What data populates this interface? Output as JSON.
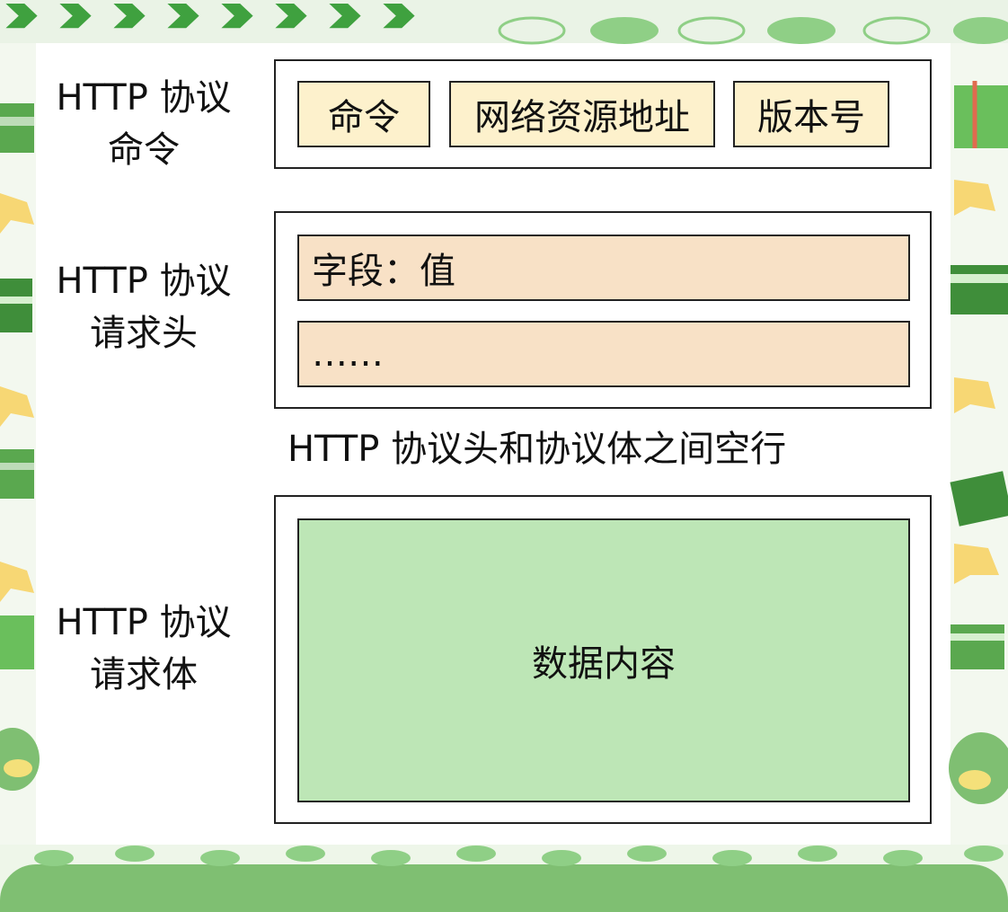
{
  "rows": {
    "command": {
      "label_line1": "HTTP 协议",
      "label_line2": "命令",
      "cells": [
        "命令",
        "网络资源地址",
        "版本号"
      ]
    },
    "header": {
      "label_line1": "HTTP 协议",
      "label_line2": "请求头",
      "field": "字段：值",
      "ellipsis": "……"
    },
    "blank_line": "HTTP 协议头和协议体之间空行",
    "body": {
      "label_line1": "HTTP 协议",
      "label_line2": "请求体",
      "content": "数据内容"
    }
  },
  "colors": {
    "command_cell": "#fdf1cc",
    "header_cell": "#f8e1c6",
    "body_cell": "#bde6b6",
    "border_accent": "#4caf50"
  },
  "icons": [
    "chevron-arrow-icon",
    "heart-icon",
    "gift-icon",
    "star-icon",
    "sprout-icon",
    "blob-character-icon"
  ]
}
